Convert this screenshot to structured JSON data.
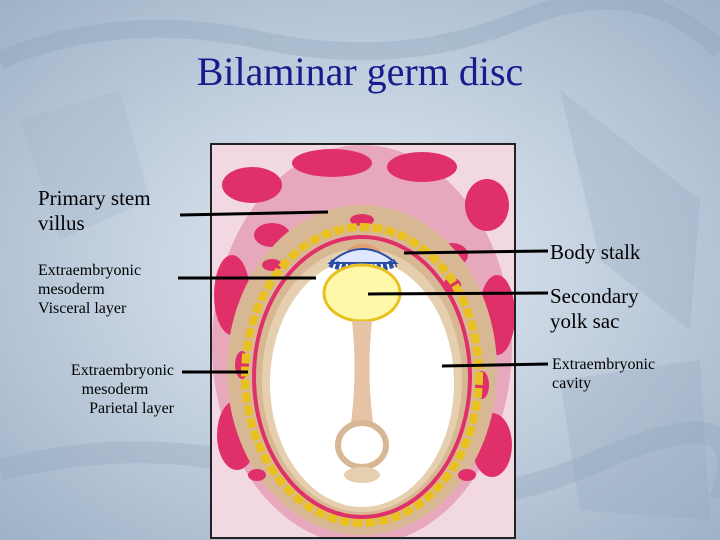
{
  "slide": {
    "title": "Bilaminar germ disc",
    "background_color": "#cdd8e6",
    "title_color": "#1a1a8c"
  },
  "labels": {
    "primary_stem_villus": [
      "Primary stem",
      "villus"
    ],
    "extraembryonic_mesoderm_visceral": [
      "Extraembryonic",
      "mesoderm",
      "Visceral layer"
    ],
    "extraembryonic_mesoderm_parietal": [
      "Extraembryonic",
      "mesoderm",
      "Parietal layer"
    ],
    "body_stalk": [
      "Body stalk"
    ],
    "secondary_yolk_sac": [
      "Secondary",
      "yolk sac"
    ],
    "extraembryonic_cavity": [
      "Extraembryonic",
      "cavity"
    ]
  },
  "colors": {
    "trophoblast_pink": "#e0306a",
    "mesoderm_tan": "#d8b894",
    "cytotrophoblast_yellow": "#e8c020",
    "ectoderm_blue": "#2a4ea8",
    "yolk_sac_yellow": "#fff8a8"
  }
}
